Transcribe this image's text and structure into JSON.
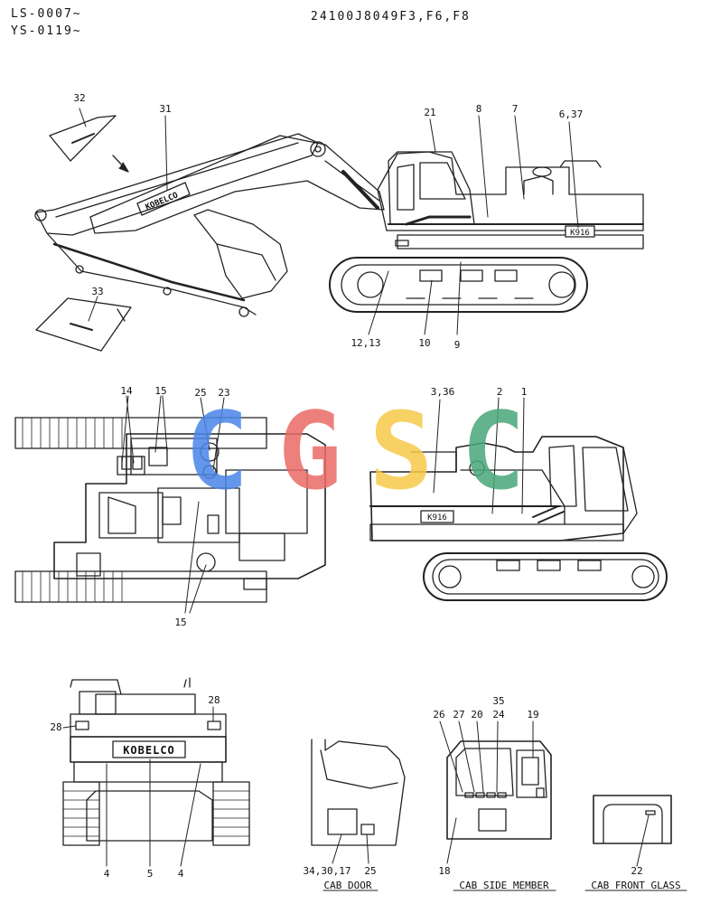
{
  "header": {
    "serial_1": "LS-0007~",
    "serial_2": "YS-0119~",
    "part_number": "24100J8049F3,F6,F8"
  },
  "watermark": {
    "letters": [
      "C",
      "G",
      "S",
      "C"
    ],
    "colors": [
      "#4a86e8",
      "#ea6b66",
      "#f6c94a",
      "#48a878"
    ]
  },
  "decals": {
    "brand_boom": "KOBELCO",
    "brand_counterweight": "KOBELCO",
    "model_right": "K916",
    "model_left": "K916"
  },
  "side_view_callouts": [
    "32",
    "31",
    "33",
    "21",
    "8",
    "7",
    "6,37",
    "12,13",
    "10",
    "9"
  ],
  "top_view_callouts": [
    "14",
    "15",
    "25",
    "23",
    "15"
  ],
  "left_view_callouts": [
    "3,36",
    "2",
    "1"
  ],
  "rear_view_callouts": [
    "28",
    "28",
    "4",
    "5",
    "4"
  ],
  "cab_door": {
    "title": "CAB DOOR",
    "callouts": [
      "34,30,17",
      "25"
    ]
  },
  "cab_side_member": {
    "title": "CAB SIDE MEMBER",
    "callouts": [
      "35",
      "26",
      "27",
      "20",
      "24",
      "19",
      "18"
    ]
  },
  "cab_front_glass": {
    "title": "CAB FRONT GLASS",
    "callouts": [
      "22"
    ]
  }
}
